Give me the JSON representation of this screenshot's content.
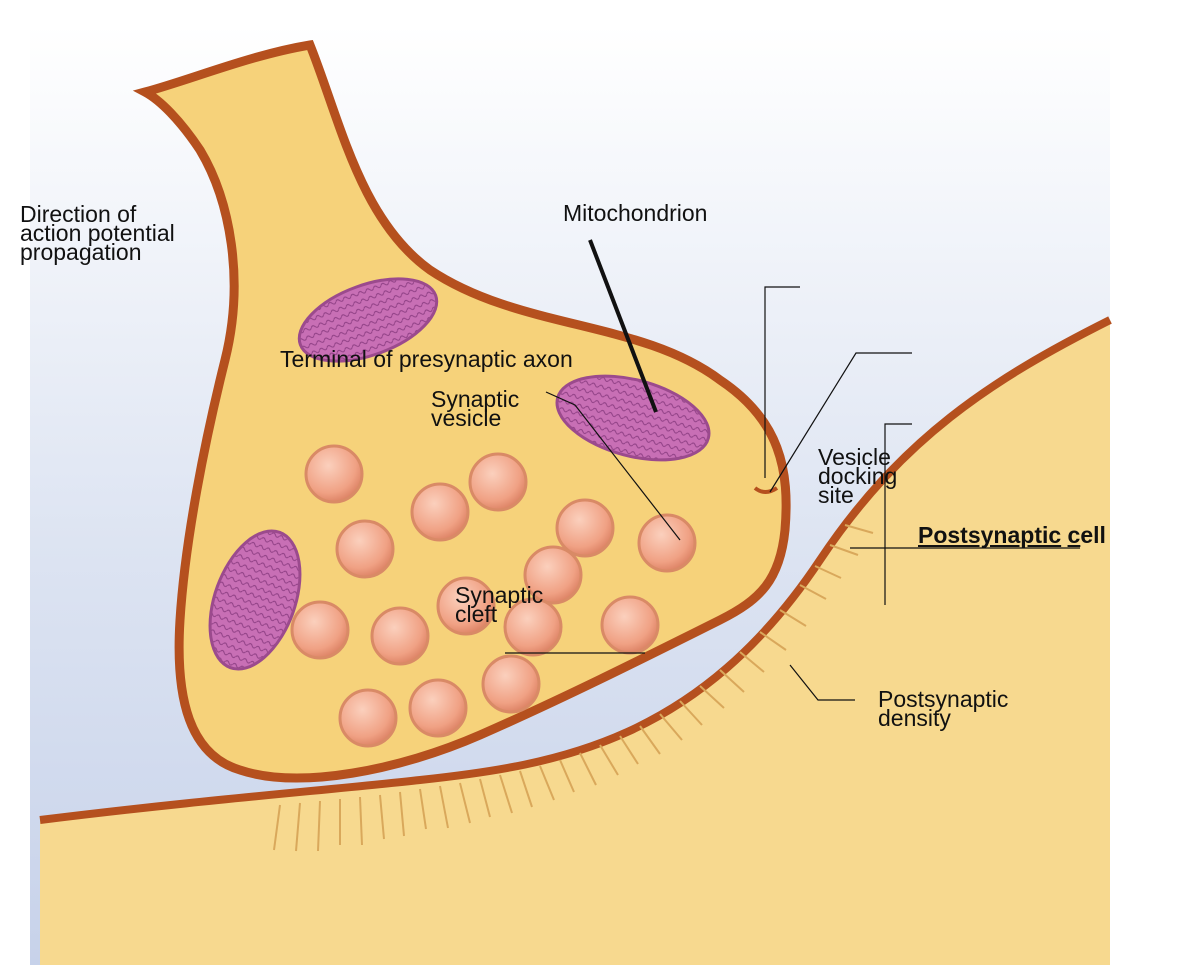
{
  "labels": {
    "direction": "Direction of\naction potential\npropagation",
    "mitochondrion": "Mitochondrion",
    "terminal": "Terminal of presynaptic axon",
    "synaptic_vesicle": "Synaptic\nvesicle",
    "vesicle_docking": "Vesicle\ndocking\nsite",
    "postsynaptic_cell_a": "Postsynaptic",
    "postsynaptic_cell_b": "c",
    "postsynaptic_cell_c": "ell",
    "synaptic_cleft": "Synaptic\ncleft",
    "postsynaptic_density": "Postsynaptic\ndensity"
  },
  "colors": {
    "cytoplasm": "#f6d27a",
    "membrane": "#b5501e",
    "cleft": "#c9d3ea",
    "vesicle": "#f0a184",
    "mitochondrion": "#c86fb5",
    "postsynaptic_cell": "#f7d98f"
  }
}
